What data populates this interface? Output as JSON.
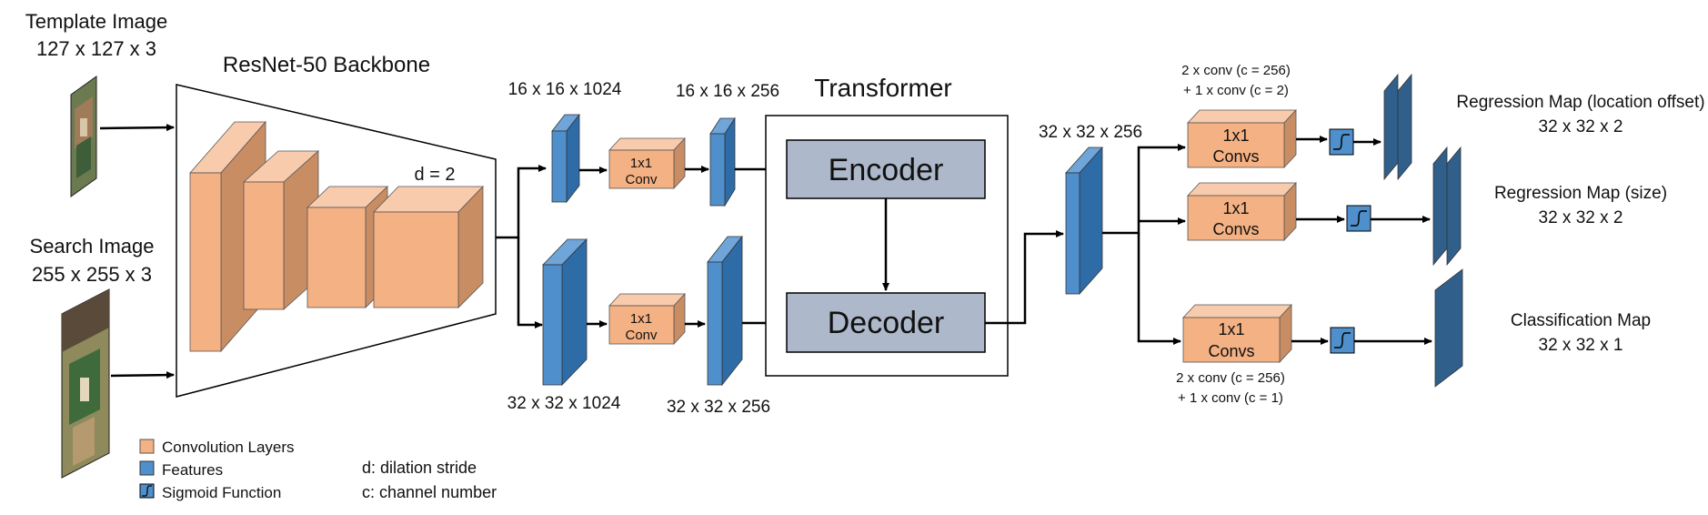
{
  "inputs": {
    "template_title": "Template Image",
    "template_size": "127 x 127 x 3",
    "search_title": "Search Image",
    "search_size": "255 x 255 x 3"
  },
  "backbone": {
    "title": "ResNet-50 Backbone",
    "dilation": "d = 2"
  },
  "features": {
    "f1_size": "16 x 16 x 1024",
    "f2_size": "16 x 16 x 256",
    "f3_size": "32 x 32 x 1024",
    "f4_size": "32 x 32 x 256",
    "f5_size": "32 x 32 x 256"
  },
  "conv": {
    "small_line1": "1x1",
    "small_line2": "Conv",
    "head_line1": "1x1",
    "head_line2": "Convs"
  },
  "transformer": {
    "title": "Transformer",
    "encoder": "Encoder",
    "decoder": "Decoder"
  },
  "heads": {
    "top_note_line1": "2 x conv (c = 256)",
    "top_note_line2": "+ 1 x conv (c = 2)",
    "bottom_note_line1": "2 x conv (c = 256)",
    "bottom_note_line2": "+ 1 x conv (c = 1)"
  },
  "outputs": {
    "reg_offset_title": "Regression Map (location offset)",
    "reg_offset_size": "32 x 32 x 2",
    "reg_size_title": "Regression Map (size)",
    "reg_size_size": "32 x 32 x 2",
    "cls_title": "Classification Map",
    "cls_size": "32 x 32 x 1"
  },
  "legend": {
    "conv_layers": "Convolution Layers",
    "features": "Features",
    "sigmoid": "Sigmoid Function",
    "dilation_note": "d: dilation stride",
    "channel_note": "c: channel number"
  },
  "colors": {
    "conv_front": "#F4B183",
    "conv_side": "#C98D64",
    "conv_top": "#F8CBAD",
    "feature_front": "#4F8FCB",
    "feature_side": "#2E6CA8",
    "output_front": "#2F5F8A",
    "encdec_fill": "#ADB9CA"
  }
}
